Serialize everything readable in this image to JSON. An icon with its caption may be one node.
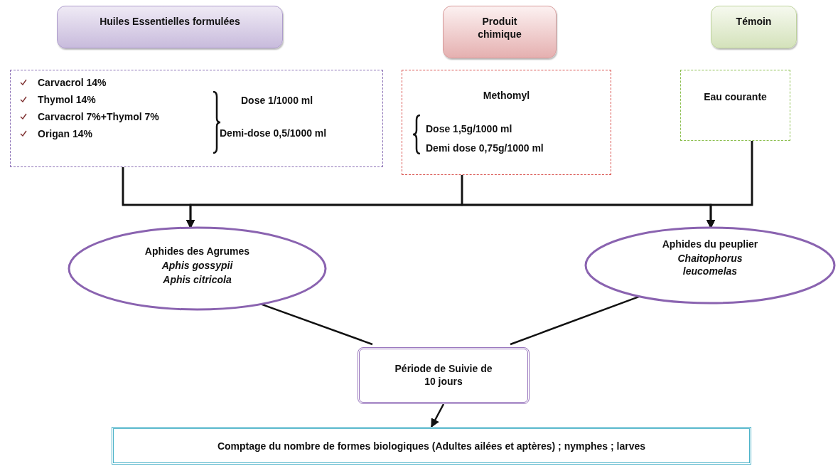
{
  "diagram": {
    "nodes": [
      {
        "text": [
          "Huiles Essentielles formulées"
        ]
      },
      {
        "text": [
          "Produit chimique"
        ]
      },
      {
        "text": [
          "Témoin"
        ]
      },
      {
        "text": [
          "Carvacrol 14%",
          "Thymol 14%",
          "Carvacrol 7%+Thymol 7%",
          "Origan 14%",
          "Dose 1/1000 ml",
          "Demi-dose 0,5/1000 ml"
        ]
      },
      {
        "text": [
          "Methomyl",
          "Dose 1,5g/1000 ml",
          "Demi dose 0,75g/1000 ml"
        ]
      },
      {
        "text": [
          "Eau courante"
        ]
      },
      {
        "text": [
          "Aphides des Agrumes",
          "Aphis gossypii",
          "Aphis citricola"
        ]
      },
      {
        "text": [
          "Aphides du peuplier",
          "Chaitophorus leucomelas"
        ]
      },
      {
        "text": [
          "Période de Suivie de 10 jours"
        ]
      },
      {
        "text": [
          "Comptage du nombre de formes biologiques (Adultes ailées et aptères) ; nymphes ; larves"
        ]
      }
    ],
    "edges": [
      {
        "from": 3,
        "to": 6,
        "arrow": "to"
      },
      {
        "from": 3,
        "to": 7,
        "arrow": "to"
      },
      {
        "from": 4,
        "to": 6,
        "arrow": "to"
      },
      {
        "from": 4,
        "to": 7,
        "arrow": "to"
      },
      {
        "from": 5,
        "to": 6,
        "arrow": "to"
      },
      {
        "from": 5,
        "to": 7,
        "arrow": "to"
      },
      {
        "from": 6,
        "to": 8,
        "arrow": "none"
      },
      {
        "from": 7,
        "to": 8,
        "arrow": "none"
      },
      {
        "from": 8,
        "to": 9,
        "arrow": "to"
      }
    ]
  }
}
